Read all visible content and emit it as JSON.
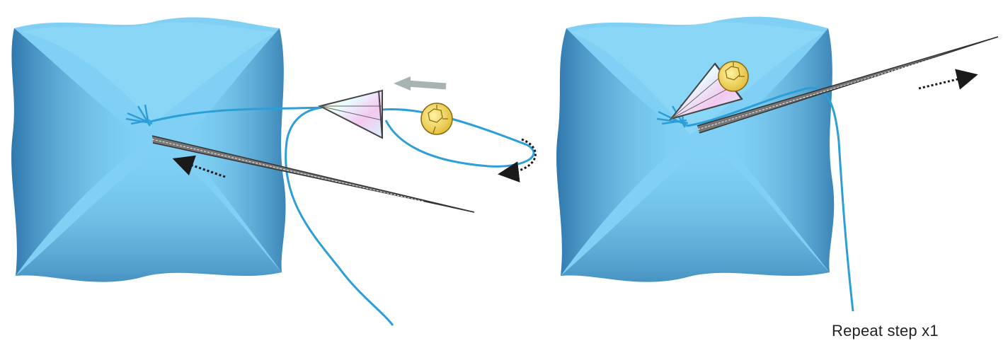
{
  "diagram": {
    "caption": "Repeat step x1",
    "colors": {
      "fabric": "#7fd0f4",
      "fabric_fold": "#3a84b8",
      "thread": "#2c9fd8",
      "needle": "#555555",
      "bead_gold": "#f0d050",
      "arrow_gray": "#a8b4b4",
      "arrow_black": "#1a1a1a"
    },
    "panels": [
      {
        "name": "step-left",
        "elements": [
          "fabric",
          "thread",
          "needle",
          "cone-bead",
          "round-bead",
          "arrows"
        ]
      },
      {
        "name": "step-right",
        "elements": [
          "fabric",
          "thread",
          "needle",
          "cone-bead",
          "round-bead",
          "arrow"
        ]
      }
    ]
  }
}
